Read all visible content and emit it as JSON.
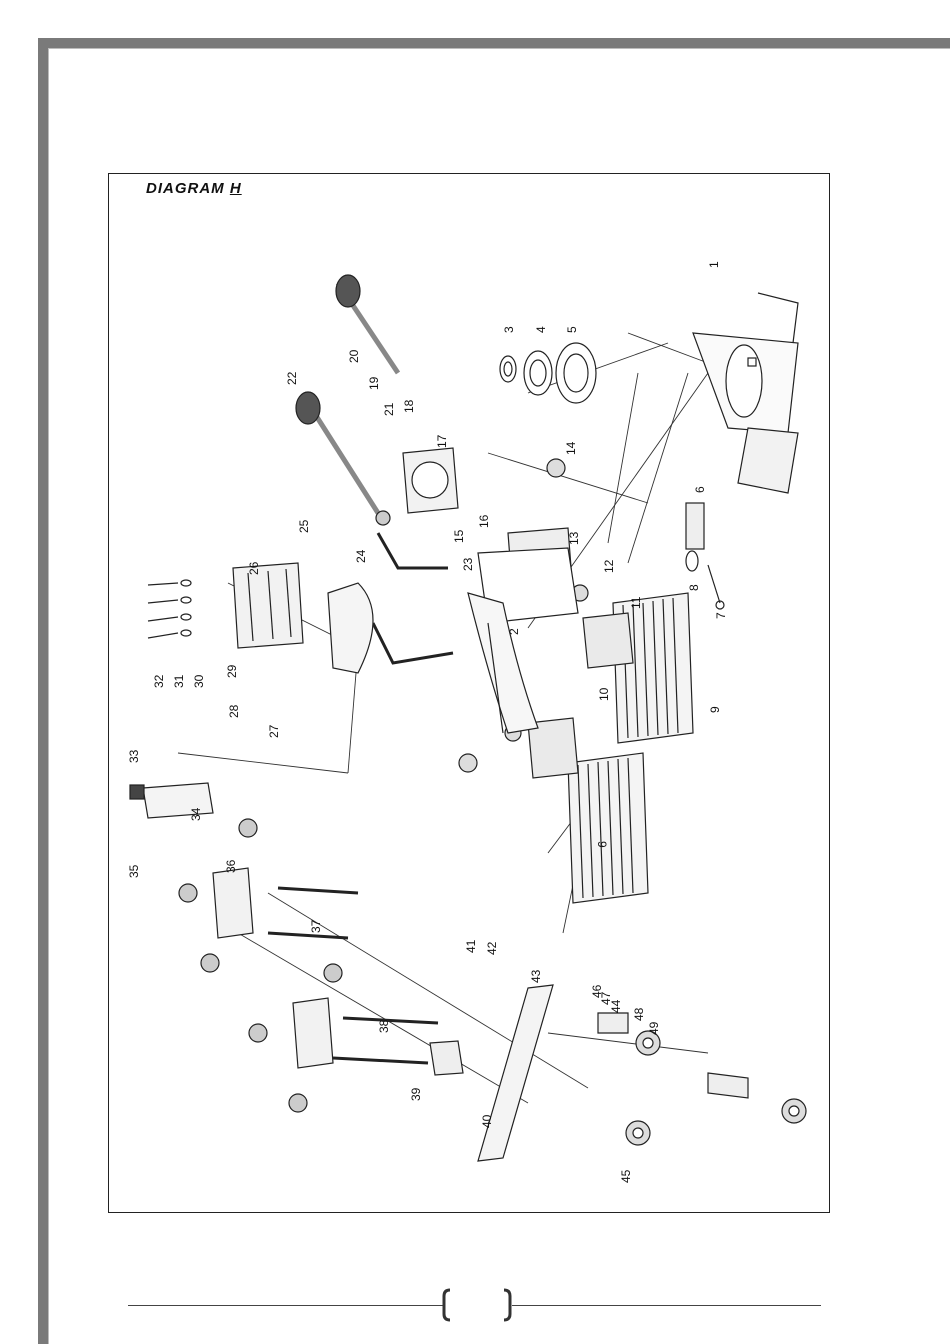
{
  "diagram": {
    "title_prefix": "DIAGRAM ",
    "title_letter": "H",
    "callouts": [
      "1",
      "2",
      "3",
      "4",
      "5",
      "6",
      "7",
      "8",
      "9",
      "9",
      "10",
      "11",
      "12",
      "13",
      "14",
      "15",
      "16",
      "17",
      "18",
      "19",
      "20",
      "21",
      "22",
      "23",
      "24",
      "25",
      "26",
      "27",
      "28",
      "29",
      "30",
      "31",
      "32",
      "33",
      "34",
      "35",
      "36",
      "37",
      "38",
      "39",
      "40",
      "41",
      "42",
      "43",
      "44",
      "45",
      "46",
      "47",
      "48",
      "49"
    ]
  },
  "footer": {
    "page_number": ""
  }
}
